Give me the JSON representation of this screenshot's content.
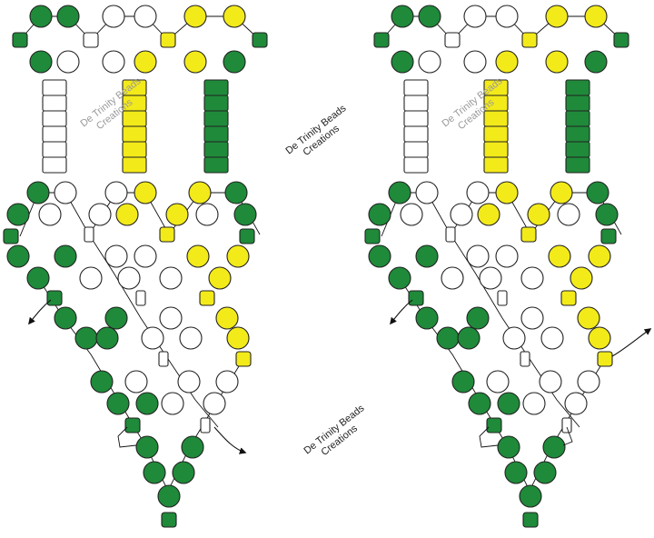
{
  "watermark": {
    "line1": "De Trinity Beads",
    "line2": "Creations"
  },
  "colors": {
    "green": "#1f8a3a",
    "yellow": "#f3ea1a",
    "white": "#ffffff",
    "outline": "#222222",
    "thread": "#111111"
  },
  "diagrams": [
    {
      "name": "pattern-step-left"
    },
    {
      "name": "pattern-step-right"
    }
  ]
}
